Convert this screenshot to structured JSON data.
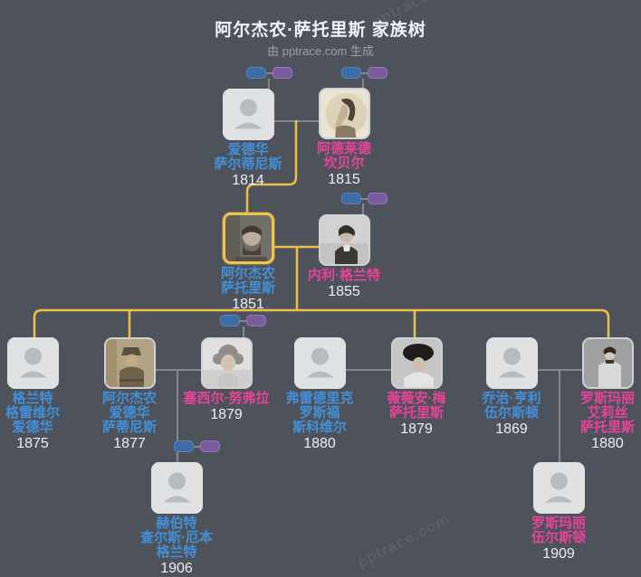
{
  "header": {
    "title": "阿尔杰农·萨托里斯 家族树",
    "subtitle": "由 pptrace.com 生成"
  },
  "watermark": "pptrace.com",
  "colors": {
    "background": "#4e535b",
    "male_name": "#4190da",
    "female_name": "#e8429a",
    "year_text": "#edeff1",
    "descent_line": "#ecc14b",
    "marriage_line": "#83888f",
    "couple_icon_blue": "#3d6ca6",
    "couple_icon_purple": "#7a5c9e",
    "selected_border": "#f0c34c"
  },
  "people": {
    "edward": {
      "lines": [
        "爱德华",
        "萨尔蒂尼斯"
      ],
      "year": "1814",
      "gender": "male",
      "portrait": "placeholder"
    },
    "adelaide": {
      "lines": [
        "阿德莱德",
        "坎贝尔"
      ],
      "year": "1815",
      "gender": "female",
      "portrait": "photo"
    },
    "algernon": {
      "lines": [
        "阿尔杰农",
        "萨托里斯"
      ],
      "year": "1851",
      "gender": "male",
      "portrait": "photo-selected"
    },
    "nelly": {
      "lines": [
        "内利·格兰特"
      ],
      "year": "1855",
      "gender": "female",
      "portrait": "photo"
    },
    "grant": {
      "lines": [
        "格兰特",
        "格雷维尔",
        "爱德华"
      ],
      "year": "1875",
      "gender": "male",
      "portrait": "placeholder"
    },
    "algernon_edward": {
      "lines": [
        "阿尔杰农",
        "爱德华",
        "萨蒂尼斯"
      ],
      "year": "1877",
      "gender": "male",
      "portrait": "photo"
    },
    "cecile": {
      "lines": [
        "塞西尔·努弗拉"
      ],
      "year": "1879",
      "gender": "female",
      "portrait": "photo"
    },
    "frederick": {
      "lines": [
        "弗雷德里克",
        "罗斯福",
        "斯科维尔"
      ],
      "year": "1880",
      "gender": "male",
      "portrait": "placeholder"
    },
    "vivien": {
      "lines": [
        "薇薇安·梅",
        "萨托里斯"
      ],
      "year": "1879",
      "gender": "female",
      "portrait": "photo"
    },
    "george": {
      "lines": [
        "乔治·亨利",
        "伍尔斯顿"
      ],
      "year": "1869",
      "gender": "male",
      "portrait": "placeholder"
    },
    "rosemary_alice": {
      "lines": [
        "罗斯玛丽",
        "艾莉丝",
        "萨托里斯"
      ],
      "year": "1880",
      "gender": "female",
      "portrait": "photo"
    },
    "herbert": {
      "lines": [
        "赫伯特",
        "查尔斯·厄本",
        "格兰特"
      ],
      "year": "1906",
      "gender": "male",
      "portrait": "placeholder"
    },
    "rosemary": {
      "lines": [
        "罗斯玛丽",
        "伍尔斯顿"
      ],
      "year": "1909",
      "gender": "female",
      "portrait": "placeholder"
    }
  },
  "relationships": {
    "couples": [
      {
        "partners": [
          "edward",
          "adelaide"
        ],
        "children": [
          "algernon"
        ]
      },
      {
        "partners": [
          "algernon",
          "nelly"
        ],
        "children": [
          "grant",
          "algernon_edward",
          "vivien",
          "rosemary_alice"
        ]
      },
      {
        "partners": [
          "algernon_edward",
          "cecile"
        ],
        "children": [
          "herbert"
        ]
      },
      {
        "partners": [
          "frederick",
          "vivien"
        ],
        "children": []
      },
      {
        "partners": [
          "george",
          "rosemary_alice"
        ],
        "children": [
          "rosemary"
        ]
      }
    ],
    "collapsed_parent_links": [
      "edward",
      "adelaide",
      "nelly",
      "cecile",
      "herbert"
    ]
  }
}
